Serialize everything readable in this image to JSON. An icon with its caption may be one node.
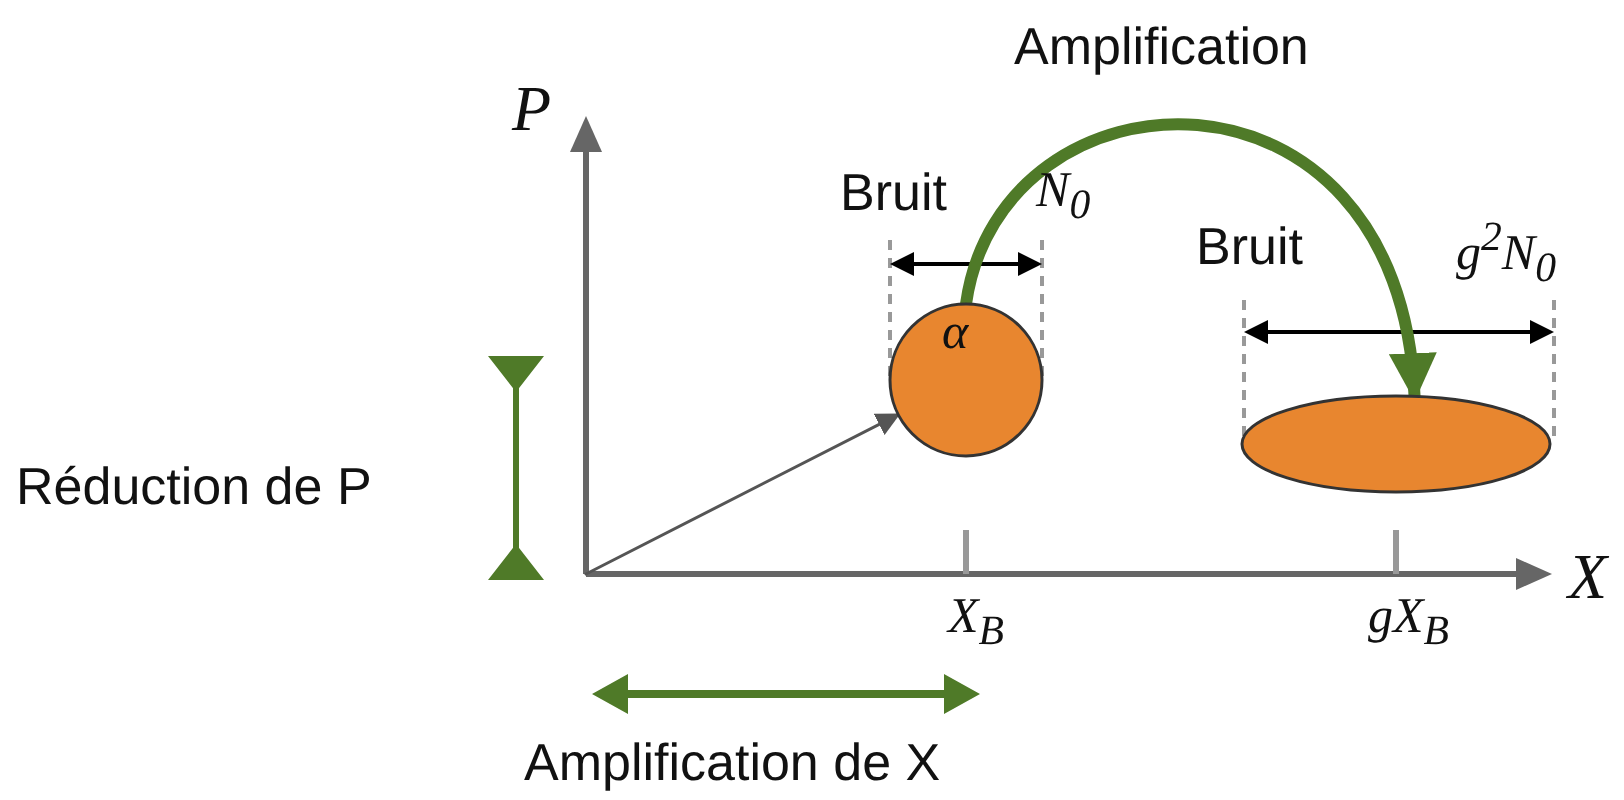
{
  "diagram": {
    "nodes": [
      {
        "text": [
          "α"
        ],
        "beside": [
          "Bruit",
          "N$_{0}$"
        ]
      },
      {
        "text": [],
        "shape": "ellipse",
        "beside": [
          "Bruit",
          "g$^{2}$N$_{0}$"
        ]
      }
    ],
    "edges": [
      {
        "from": null,
        "to": 0,
        "arrow": "to"
      },
      {
        "from": 0,
        "to": 1,
        "arrow": "to",
        "label": "Amplification",
        "style": "thick",
        "color": "#4f7a28"
      }
    ],
    "labels": [
      "P",
      "X",
      "X$_{B}$",
      "gX$_{B}$",
      "Réduction de P",
      "Amplification de X"
    ]
  }
}
